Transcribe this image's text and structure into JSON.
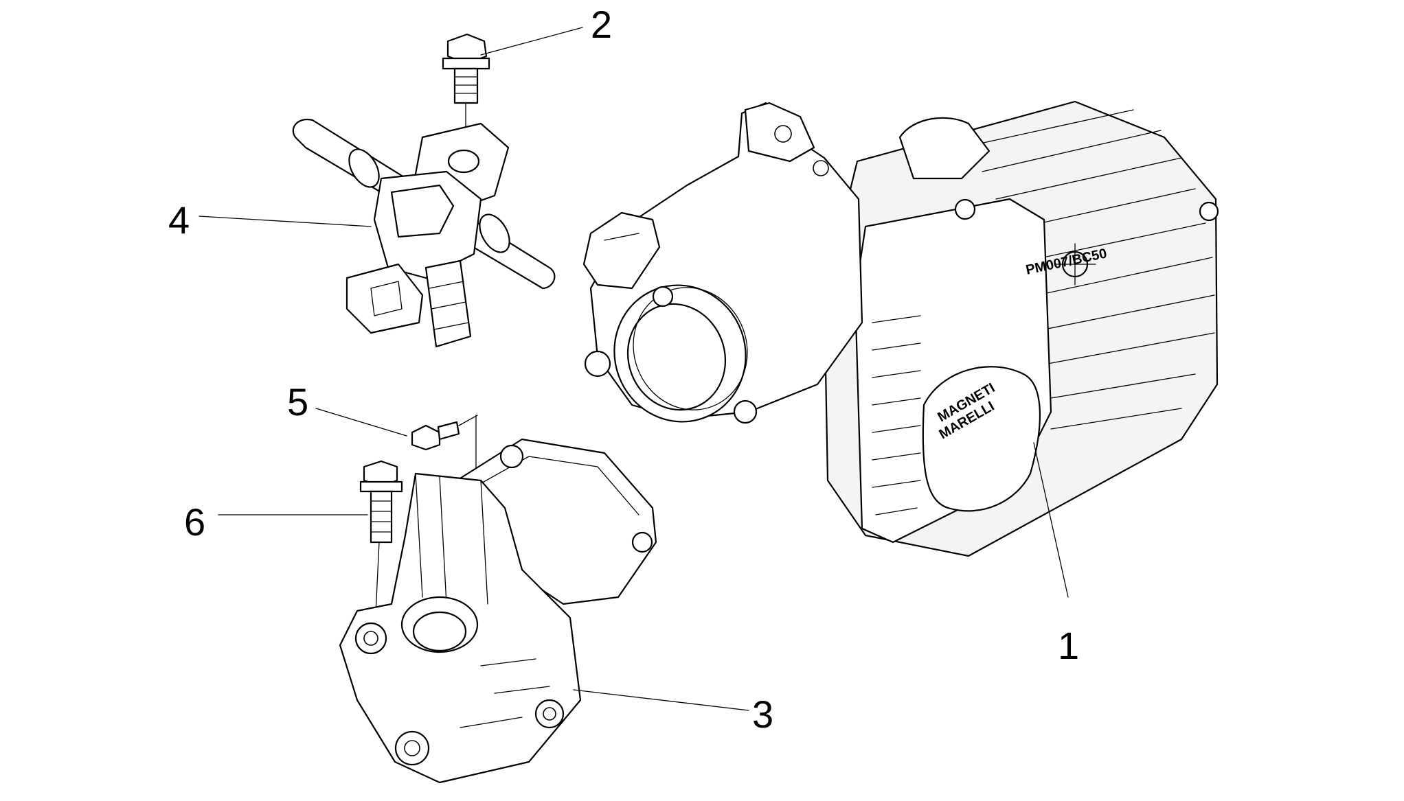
{
  "callouts": {
    "c1": "1",
    "c2": "2",
    "c3": "3",
    "c4": "4",
    "c5": "5",
    "c6": "6"
  },
  "markings": {
    "part_code": "PM007/BC50",
    "brand_line1": "MAGNETI",
    "brand_line2": "MARELLI"
  }
}
